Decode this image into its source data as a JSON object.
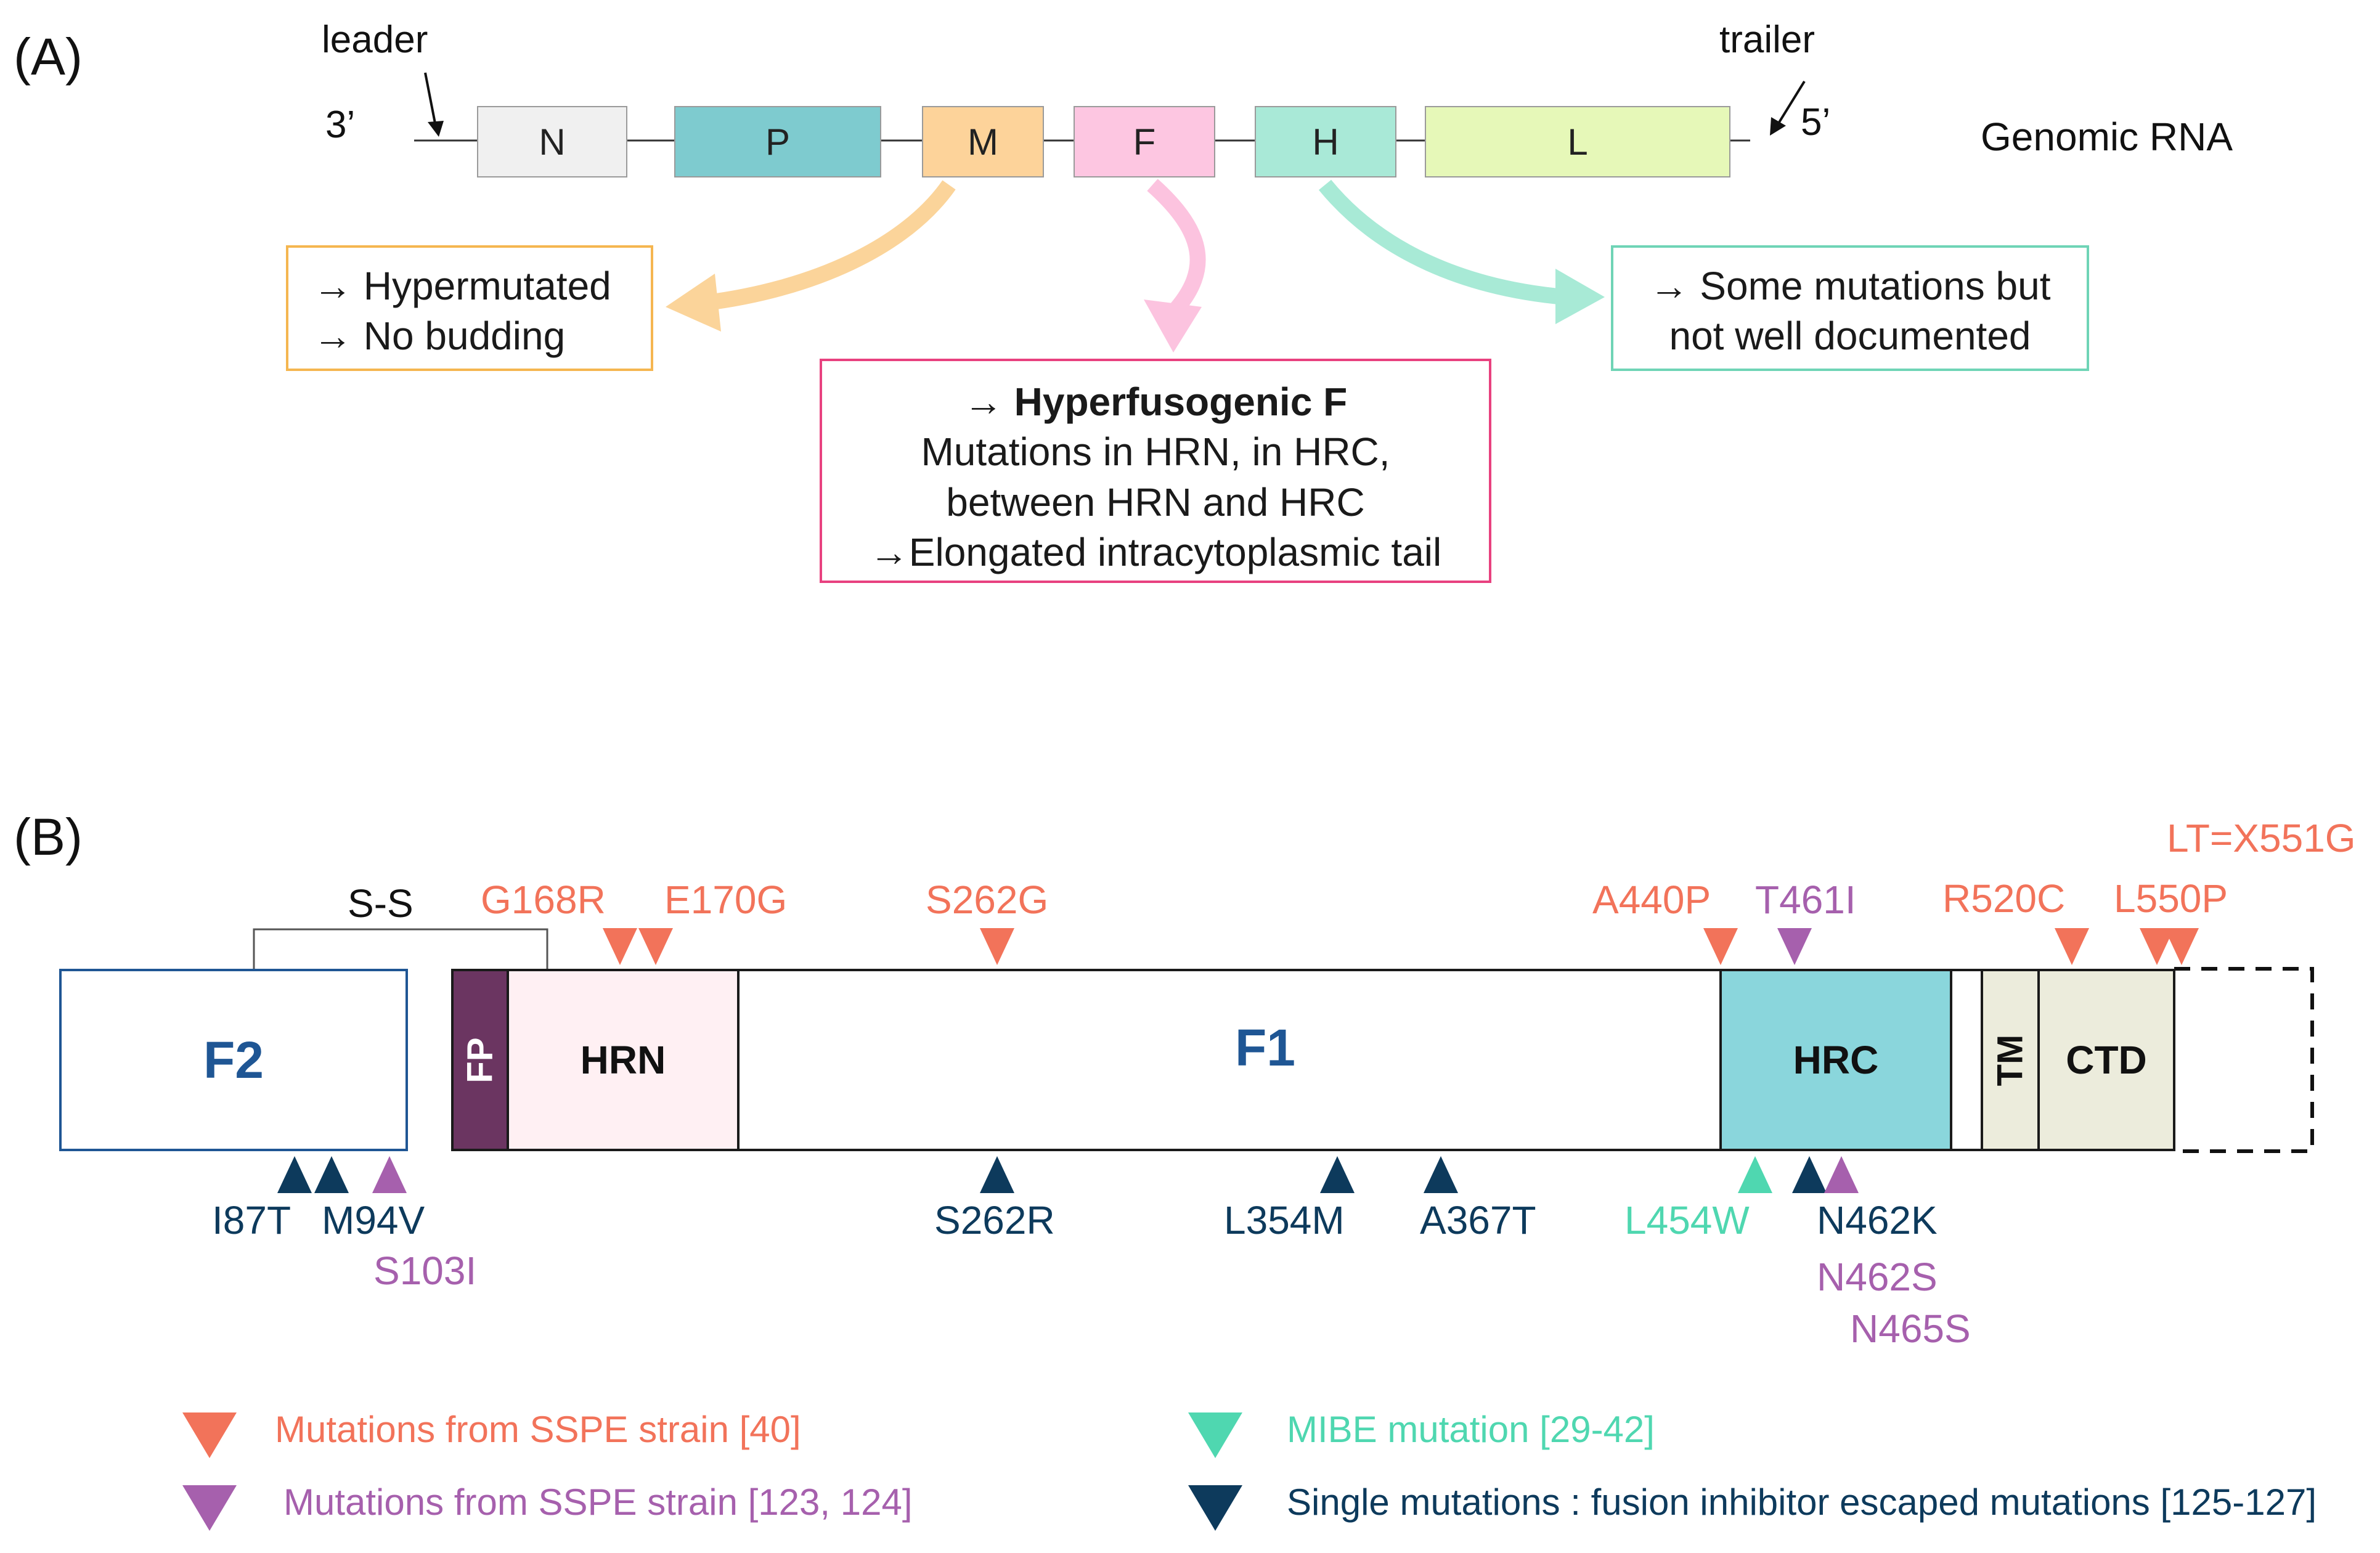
{
  "panel_a": {
    "label": "(A)",
    "leader": "leader",
    "trailer": "trailer",
    "end_3": "3’",
    "end_5": "5’",
    "genomic_rna": "Genomic RNA",
    "genes": [
      {
        "label": "N",
        "color": "#f0f0f0"
      },
      {
        "label": "P",
        "color": "#7ecbcf"
      },
      {
        "label": "M",
        "color": "#fdd39a"
      },
      {
        "label": "F",
        "color": "#fdc6e1"
      },
      {
        "label": "H",
        "color": "#a9e9d7"
      },
      {
        "label": "L",
        "color": "#e6f8b8"
      }
    ],
    "m_box": {
      "lines": [
        "→ Hypermutated",
        "→ No budding"
      ],
      "color": "#f5b650",
      "arrow_color": "#fbd49a"
    },
    "f_box": {
      "lines": [
        "→ Hyperfusogenic F",
        "Mutations in HRN, in HRC,",
        "between HRN and HRC",
        "→Elongated intracytoplasmic tail"
      ],
      "color": "#e8417f",
      "arrow_color": "#fcc3df"
    },
    "h_box": {
      "lines": [
        "→ Some mutations but",
        "not well documented"
      ],
      "color": "#6fd4b6",
      "arrow_color": "#a8ead6"
    }
  },
  "panel_b": {
    "label": "(B)",
    "ss": "S-S",
    "domains": {
      "f2": "F2",
      "fp": "FP",
      "hrn": "HRN",
      "f1": "F1",
      "hrc": "HRC",
      "tm": "TM",
      "ctd": "CTD"
    },
    "colors": {
      "ssp40": "#f2735a",
      "ssp123": "#a660ad",
      "mibe": "#4fd7b0",
      "escape": "#0d3a5c",
      "f_label": "#1f5694",
      "fp_fill": "#6b3561",
      "hrn_fill": "#fff0f3",
      "hrc_fill": "#8ad6dc",
      "tm_ctd_fill": "#ececdc"
    },
    "mutations_top": {
      "lt": "LT=X551G",
      "g168r": "G168R",
      "e170g": "E170G",
      "s262g": "S262G",
      "a440p": "A440P",
      "t461i": "T461I",
      "r520c": "R520C",
      "l550p": "L550P"
    },
    "mutations_bottom": {
      "i87t": "I87T",
      "m94v": "M94V",
      "s103i": "S103I",
      "s262r": "S262R",
      "l354m": "L354M",
      "a367t": "A367T",
      "l454w": "L454W",
      "n462k": "N462K",
      "n462s": "N462S",
      "n465s": "N465S"
    }
  },
  "legend": {
    "ssp40": "Mutations from SSPE strain  [40]",
    "ssp123": "Mutations from SSPE strain [123, 124]",
    "mibe": "MIBE mutation [29-42]",
    "escape": "Single mutations : fusion inhibitor escaped mutations [125-127]"
  }
}
